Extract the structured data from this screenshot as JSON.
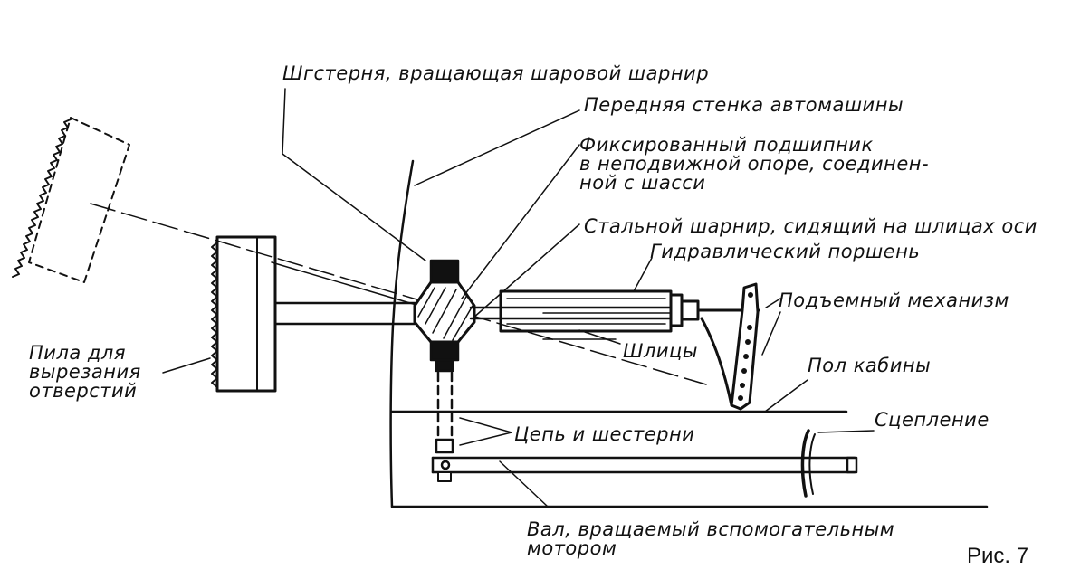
{
  "labels": {
    "gear_ball_joint": "Шгстерня, вращающая шаровой шарнир",
    "front_wall": "Передняя стенка автомашины",
    "fixed_bearing": "Фиксированный подшипник\nв неподвижной опоре, соединен-\nной с шасси",
    "steel_joint": "Стальной шарнир, сидящий на шлицах оси",
    "hydraulic_piston": "Гидравлический поршень",
    "lifting_mechanism": "Подъемный механизм",
    "splines": "Шлицы",
    "saw": "Пила для\nвырезания\nотверстий",
    "cabin_floor": "Пол кабины",
    "clutch": "Сцепление",
    "chain_gears": "Цепь и шестерни",
    "shaft": "Вал, вращаемый вспомогательным\nмотором"
  },
  "figure_caption": "Рис. 7"
}
